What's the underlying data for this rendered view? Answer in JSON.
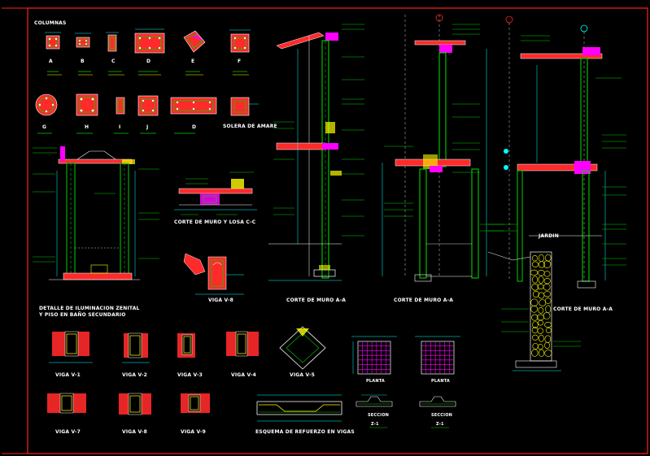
{
  "sheet": {
    "background": "#000000",
    "border_color": "#ff2020",
    "colors": {
      "concrete": "#ff2a2a",
      "rebar": "#00d000",
      "dimension": "#00ffff",
      "wall": "#00c000",
      "accent": "#ff00ff",
      "text": "#ffffff",
      "note": "#ffff00"
    }
  },
  "columns": {
    "heading": "COLUMNAS",
    "row1": [
      "A",
      "B",
      "C",
      "D",
      "E",
      "F"
    ],
    "row2": [
      "G",
      "H",
      "I",
      "J",
      "D"
    ],
    "solera": "SOLERA DE AMARE"
  },
  "sections": {
    "illumination_title_1": "DETALLE DE ILUMINACION ZENITAL",
    "illumination_title_2": "Y PISO EN BAÑO SECUNDARIO",
    "corte_losa": "CORTE DE MURO  Y LOSA C-C",
    "viga_v8_top": "VIGA V-8",
    "corte_a1": "CORTE DE MURO  A-A",
    "corte_a2": "CORTE DE MURO  A-A",
    "corte_a3": "CORTE DE MURO  A-A",
    "jardin": "JARDIN",
    "beams_row1": [
      "VIGA V-1",
      "VIGA V-2",
      "VIGA V-3",
      "VIGA V-4",
      "VIGA V-5"
    ],
    "beams_row2": [
      "VIGA V-7",
      "VIGA V-8",
      "VIGA V-9"
    ],
    "esquema": "ESQUEMA DE REFUERZO EN VIGAS",
    "planta_1": "PLANTA",
    "planta_2": "PLANTA",
    "seccion_1": "SECCION",
    "seccion_2": "SECCION",
    "zapata_1": "Z-1",
    "zapata_2": "Z-1"
  }
}
